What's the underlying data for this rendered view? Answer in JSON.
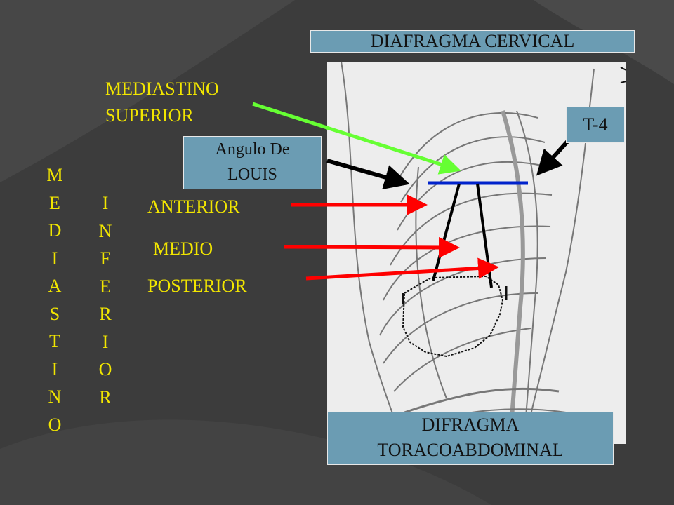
{
  "labels": {
    "diafragma_cervical": "DIAFRAGMA CERVICAL",
    "t4": "T-4",
    "angulo_de_louis": [
      "Angulo De",
      "LOUIS"
    ],
    "mediastino_superior": [
      "MEDIASTINO",
      "SUPERIOR"
    ],
    "anterior": "ANTERIOR",
    "medio": "MEDIO",
    "posterior": "POSTERIOR",
    "difragma_toracoabdominal": [
      "DIFRAGMA",
      "TORACOABDOMINAL"
    ],
    "mediastino_vertical": [
      "M",
      "E",
      "D",
      "I",
      "A",
      "S",
      "T",
      "I",
      "N",
      "O"
    ],
    "inferior_vertical": [
      "I",
      "N",
      "F",
      "E",
      "R",
      "I",
      "O",
      "R"
    ]
  },
  "colors": {
    "background": "#3c3c3c",
    "label_text": "#f2e600",
    "box_fill": "#6b9cb3",
    "arrow_green": "#66ff33",
    "arrow_black": "#000000",
    "arrow_red": "#ff0000",
    "line_blue": "#0022cc"
  }
}
